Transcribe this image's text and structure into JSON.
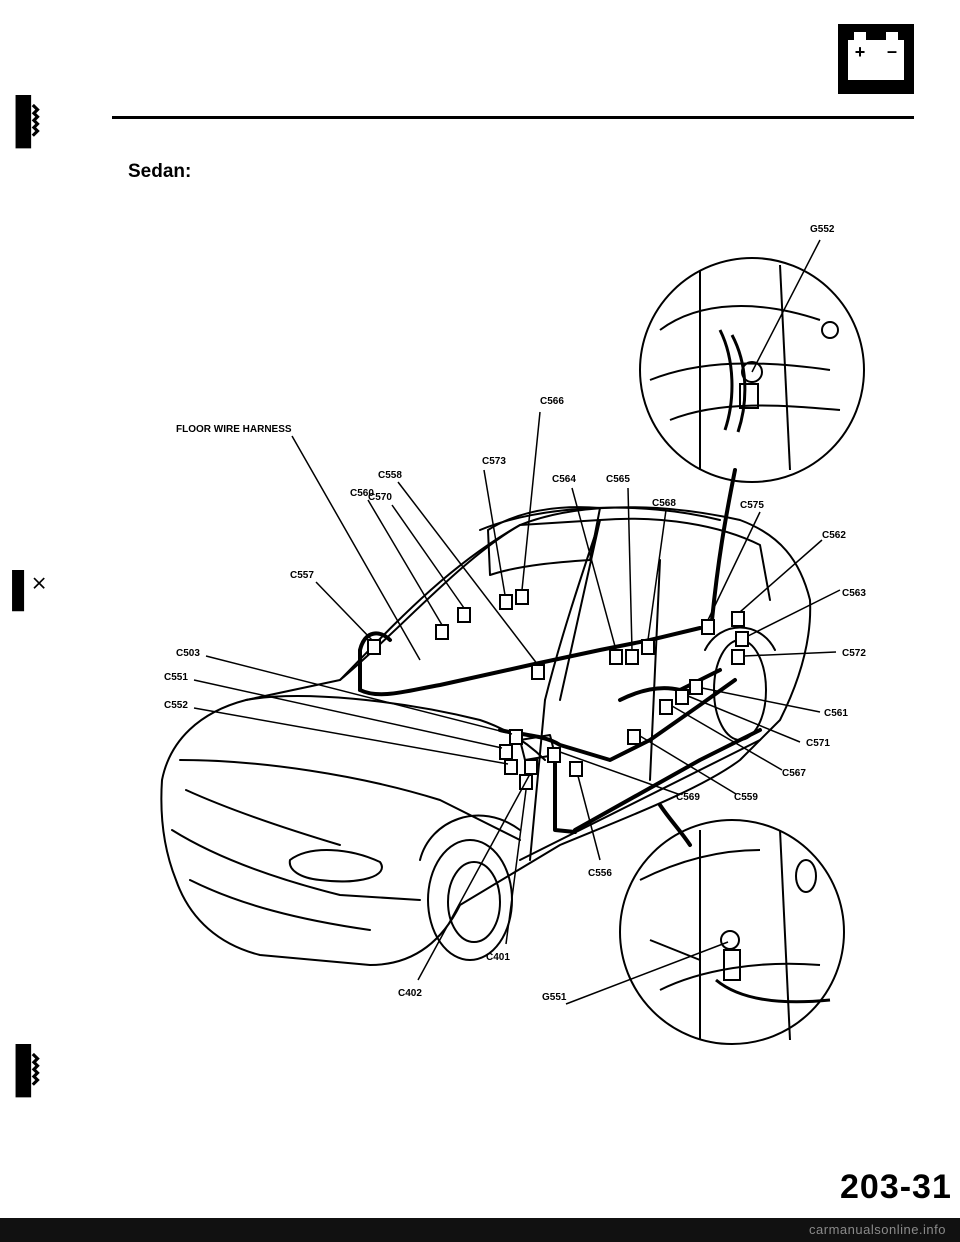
{
  "header": {
    "battery_symbol_plus": "+",
    "battery_symbol_minus": "–"
  },
  "section_title": "Sedan:",
  "page_number": "203-31",
  "watermark": "carmanualsonline.info",
  "harness_label": "FLOOR WIRE HARNESS",
  "connector_labels": {
    "c566": "C566",
    "c573": "C573",
    "c558": "C558",
    "c570": "C570",
    "c560": "C560",
    "c564": "C564",
    "c565": "C565",
    "c568": "C568",
    "c575": "C575",
    "c562": "C562",
    "c557": "C557",
    "c563": "C563",
    "c503": "C503",
    "c572": "C572",
    "c551": "C551",
    "c561": "C561",
    "c552": "C552",
    "c571": "C571",
    "c567": "C567",
    "c569": "C569",
    "c559": "C559",
    "c556": "C556",
    "c401": "C401",
    "c402": "C402",
    "g552": "G552",
    "g551": "G551"
  },
  "colors": {
    "ink": "#000000",
    "paper": "#ffffff",
    "band": "#111111"
  }
}
